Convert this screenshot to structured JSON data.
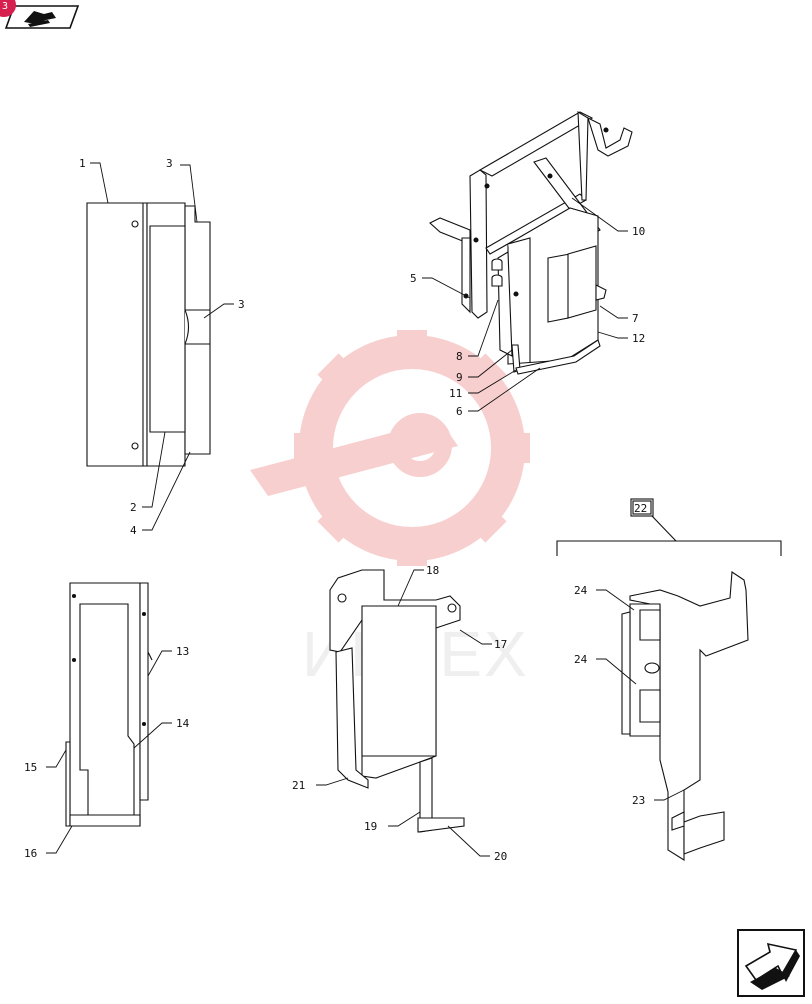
{
  "header": {
    "badge_icon": "page-corner-badge-icon",
    "book_icon": "open-book-icon"
  },
  "watermark": {
    "text": "ИНТЕХ",
    "icon": "gear-wrench-icon",
    "color": "#f4a8a8"
  },
  "labels": {
    "c1": "1",
    "c2": "2",
    "c3a": "3",
    "c3b": "3",
    "c4": "4",
    "c5": "5",
    "c6": "6",
    "c7": "7",
    "c8": "8",
    "c9": "9",
    "c10": "10",
    "c11": "11",
    "c12": "12",
    "c13": "13",
    "c14": "14",
    "c15": "15",
    "c16": "16",
    "c17": "17",
    "c18": "18",
    "c19": "19",
    "c20": "20",
    "c21": "21",
    "c22": "22",
    "c23": "23",
    "c24a": "24",
    "c24b": "24"
  },
  "nav": {
    "next_icon": "next-page-arrow-icon"
  },
  "colors": {
    "line": "#111111",
    "badge": "#d6204e"
  }
}
